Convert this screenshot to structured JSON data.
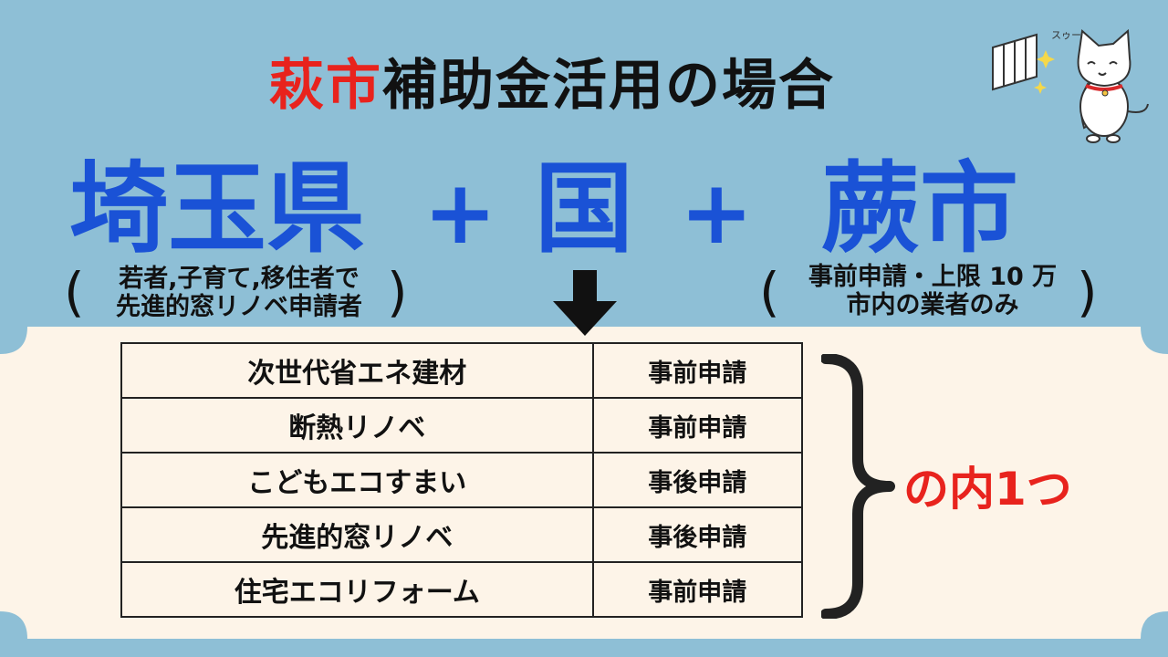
{
  "title": {
    "red": "萩市",
    "rest": "補助金活用の場合"
  },
  "sources": {
    "prefecture": "埼玉県",
    "plus": "+",
    "country": "国",
    "city": "蕨市",
    "prefecture_note": [
      "若者,子育て,移住者で",
      "先進的窓リノベ申請者"
    ],
    "city_note": [
      "事前申請・上限 10 万",
      "市内の業者のみ"
    ],
    "paren_open": "(",
    "paren_close": ")"
  },
  "table": {
    "rows": [
      {
        "program": "次世代省エネ建材",
        "timing": "事前申請"
      },
      {
        "program": "断熱リノベ",
        "timing": "事前申請"
      },
      {
        "program": "こどもエコすまい",
        "timing": "事後申請"
      },
      {
        "program": "先進的窓リノベ",
        "timing": "事後申請"
      },
      {
        "program": "住宅エコリフォーム",
        "timing": "事前申請"
      }
    ]
  },
  "choice_label": "の内1つ",
  "illustration": {
    "sound_text": "スゥー",
    "icons": [
      "window-icon",
      "cat-icon",
      "sparkle-icon"
    ]
  },
  "colors": {
    "background": "#8ebfd6",
    "panel": "#fdf4e8",
    "blue": "#1a52d6",
    "red": "#e8231d"
  }
}
